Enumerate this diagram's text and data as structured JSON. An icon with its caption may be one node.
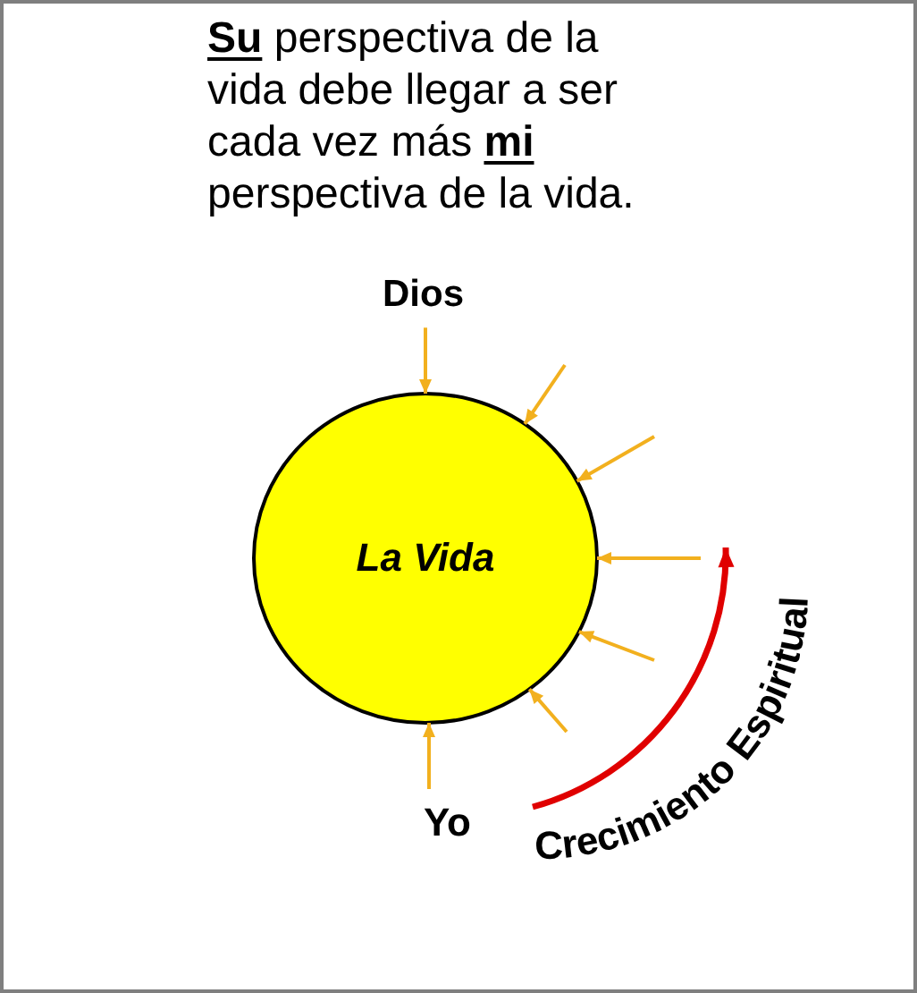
{
  "diagram": {
    "title": "**Su** perspectiva de la vida debe llegar a ser cada vez más **mi** perspectiva de la vida.",
    "nodes": [
      {
        "text": [
          "Dios"
        ]
      },
      {
        "text": [
          "La Vida"
        ]
      },
      {
        "text": [
          "Yo"
        ]
      }
    ],
    "edges": [
      {
        "from": 0,
        "to": 1,
        "arrow": "to"
      },
      {
        "from": null,
        "to": 1,
        "arrow": "to"
      },
      {
        "from": null,
        "to": 1,
        "arrow": "to"
      },
      {
        "from": null,
        "to": 1,
        "arrow": "to"
      },
      {
        "from": null,
        "to": 1,
        "arrow": "to"
      },
      {
        "from": null,
        "to": 1,
        "arrow": "to"
      },
      {
        "from": 2,
        "to": 1,
        "arrow": "to"
      }
    ],
    "labels": [
      "Crecimiento",
      "Espiritual"
    ]
  }
}
